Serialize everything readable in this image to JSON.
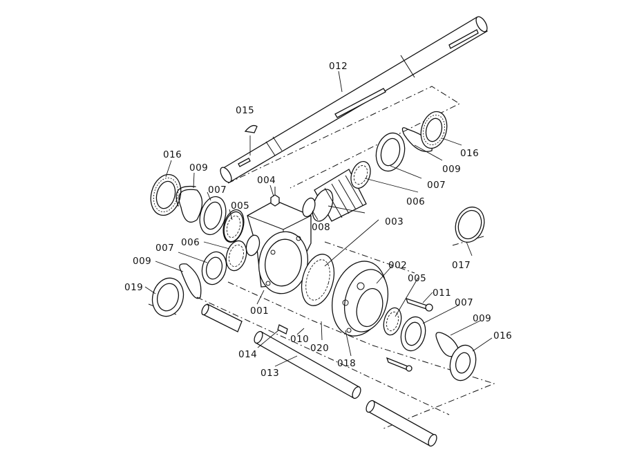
{
  "parts": {
    "p001": "001",
    "p002": "002",
    "p003": "003",
    "p004": "004",
    "p005a": "005",
    "p005b": "005",
    "p006a": "006",
    "p006b": "006",
    "p007a": "007",
    "p007b": "007",
    "p007c": "007",
    "p007d": "007",
    "p008": "008",
    "p009a": "009",
    "p009b": "009",
    "p009c": "009",
    "p009d": "009",
    "p010": "010",
    "p011": "011",
    "p012": "012",
    "p013": "013",
    "p014": "014",
    "p015": "015",
    "p016a": "016",
    "p016b": "016",
    "p016c": "016",
    "p017": "017",
    "p018": "018",
    "p019": "019",
    "p020": "020"
  }
}
